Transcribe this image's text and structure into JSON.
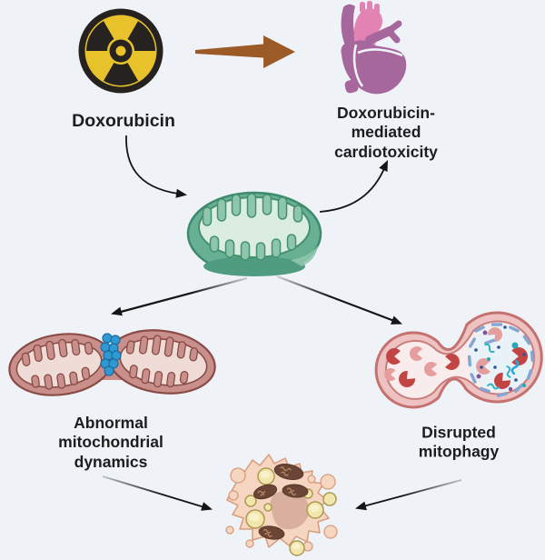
{
  "diagram": {
    "description": "Pathway diagram: doxorubicin causes mitochondrial damage leading to cardiotoxicity",
    "nodes": {
      "doxorubicin": {
        "label": "Doxorubicin",
        "icon": "radiation-hazard-icon"
      },
      "cardiotoxicity": {
        "label": "Doxorubicin-mediated\ncardiotoxicity",
        "icon": "heart-icon"
      },
      "mitochondrion": {
        "icon": "mitochondrion-icon"
      },
      "mitochondrial_dynamics": {
        "label": "Abnormal\nmitochondrial\ndynamics",
        "icon": "mitochondrial-fission-icon"
      },
      "mitophagy": {
        "label": "Disrupted\nmitophagy",
        "icon": "autolysosome-icon"
      },
      "damaged_cell": {
        "icon": "damaged-cell-icon"
      }
    },
    "colors": {
      "background": "#eff2f7",
      "text": "#1d1d1d",
      "arrow_black": "#151515",
      "cause_arrow_brown": "#9b5a26",
      "radiation_yellow": "#e8c22b",
      "radiation_black": "#262220",
      "heart_mauve": "#a5679c",
      "heart_pink": "#e283b4",
      "mito_green_rim": "#68b093",
      "mito_green_outline": "#3e8a6d",
      "mito_matrix": "#dbece1",
      "fission_rose": "#c9908b",
      "fission_outline": "#8a4b46",
      "fission_matrix": "#efdcd6",
      "drp1_beads_blue": "#2e99d3",
      "lysosome_line": "#c4716f",
      "lysosome_band": "#eec2c1",
      "lysosome_lumen": "#f9ecec",
      "enzyme_red": "#c24443",
      "enzyme_pink": "#e59e9d",
      "debris_blue": "#83a6d2",
      "debris_teal": "#2fb3c6",
      "cell_body": "#f7d6c1",
      "cell_outline": "#d69d7e",
      "cell_nucleus": "#d9b0a0",
      "vesicle_yellow": "#f2e6ac",
      "degraded_mito_brown": "#6b4536"
    }
  }
}
